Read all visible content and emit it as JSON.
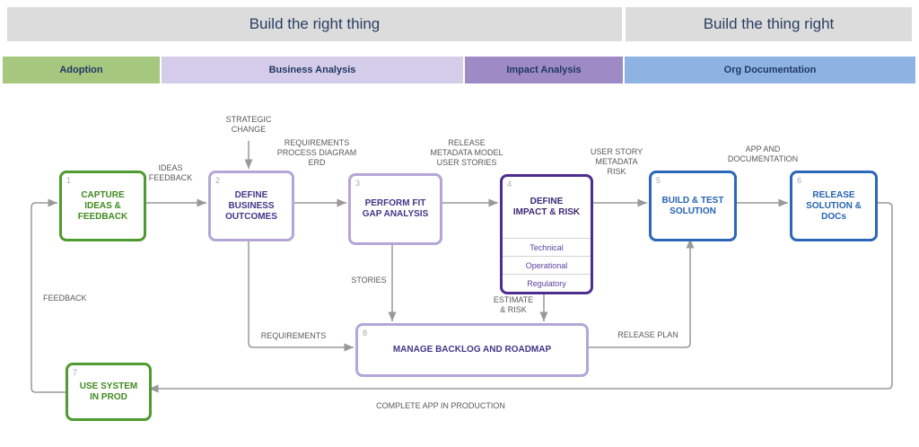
{
  "headers": {
    "left": "Build the right thing",
    "right": "Build the thing right"
  },
  "lanes": [
    {
      "label": "Adoption",
      "color": "#a6c87e"
    },
    {
      "label": "Business Analysis",
      "color": "#d5cce9"
    },
    {
      "label": "Impact Analysis",
      "color": "#9e8ac5"
    },
    {
      "label": "Org Documentation",
      "color": "#8eb3e2"
    }
  ],
  "boxes": [
    {
      "num": "1",
      "label": "CAPTURE\nIDEAS &\nFEEDBACK",
      "color": "#4e9b2f"
    },
    {
      "num": "2",
      "label": "DEFINE\nBUSINESS\nOUTCOMES",
      "color": "#b4a6d7"
    },
    {
      "num": "3",
      "label": "PERFORM FIT\nGAP ANALYSIS",
      "color": "#b4a6d7"
    },
    {
      "num": "4",
      "label": "DEFINE\nIMPACT & RISK",
      "color": "#4f2d8f",
      "rows": [
        "Technical",
        "Operational",
        "Regulatory"
      ]
    },
    {
      "num": "5",
      "label": "BUILD & TEST\nSOLUTION",
      "color": "#2c67b8"
    },
    {
      "num": "6",
      "label": "RELEASE\nSOLUTION &\nDOCs",
      "color": "#2c67b8"
    },
    {
      "num": "7",
      "label": "USE SYSTEM\nIN PROD",
      "color": "#4e9b2f"
    },
    {
      "num": "8",
      "label": "MANAGE BACKLOG AND ROADMAP",
      "color": "#b4a6d7"
    }
  ],
  "edge_labels": {
    "ideas_feedback": "IDEAS\nFEEDBACK",
    "strategic_change": "STRATEGIC\nCHANGE",
    "requirements_process": "REQUIREMENTS\nPROCESS DIAGRAM\nERD",
    "release_metadata": "RELEASE\nMETADATA MODEL\nUSER STORIES",
    "user_story": "USER STORY\nMETADATA\nRISK",
    "app_doc": "APP AND\nDOCUMENTATION",
    "stories": "STORIES",
    "requirements": "REQUIREMENTS",
    "estimate_risk": "ESTIMATE\n& RISK",
    "release_plan": "RELEASE PLAN",
    "feedback": "FEEDBACK",
    "complete_app": "COMPLETE APP IN PRODUCTION"
  },
  "wire_color": "#999999"
}
